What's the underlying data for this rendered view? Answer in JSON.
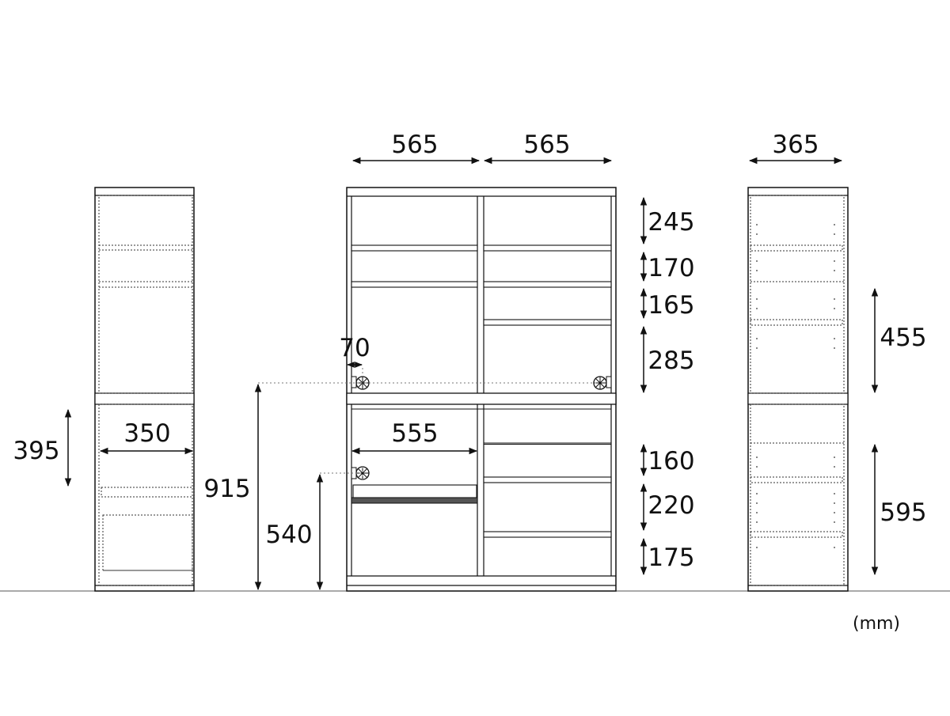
{
  "unit_label": "(mm)",
  "dimensions": {
    "top_width_left": "565",
    "top_width_right": "565",
    "side_depth": "365",
    "upper_shelf_1": "245",
    "upper_shelf_2": "170",
    "upper_shelf_3": "165",
    "upper_shelf_4": "285",
    "outlet_offset": "70",
    "counter_height": "915",
    "drawer_width": "555",
    "slide_shelf_height": "540",
    "lower_shelf_1": "160",
    "lower_shelf_2": "220",
    "lower_shelf_3": "175",
    "left_depth": "350",
    "left_height": "395",
    "side_upper_height": "455",
    "side_lower_height": "595"
  }
}
